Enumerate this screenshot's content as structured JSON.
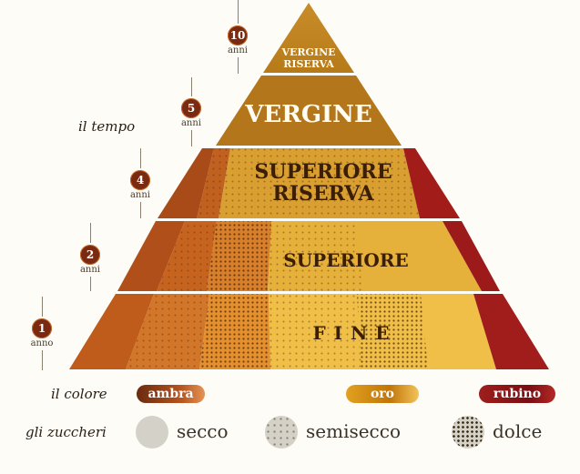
{
  "side_labels": {
    "tempo": "il tempo",
    "colore": "il colore",
    "zuccheri": "gli zuccheri"
  },
  "tiers": {
    "vergine_riserva_line1": "VERGINE",
    "vergine_riserva_line2": "RISERVA",
    "vergine": "VERGINE",
    "superiore_riserva_line1": "SUPERIORE",
    "superiore_riserva_line2": "RISERVA",
    "superiore": "SUPERIORE",
    "fine": "FINE"
  },
  "ages": [
    {
      "value": "10",
      "unit": "anni"
    },
    {
      "value": "5",
      "unit": "anni"
    },
    {
      "value": "4",
      "unit": "anni"
    },
    {
      "value": "2",
      "unit": "anni"
    },
    {
      "value": "1",
      "unit": "anno"
    }
  ],
  "colors": {
    "ambra": "ambra",
    "oro": "oro",
    "rubino": "rubino"
  },
  "sugars": {
    "secco": "secco",
    "semisecco": "semisecco",
    "dolce": "dolce"
  }
}
